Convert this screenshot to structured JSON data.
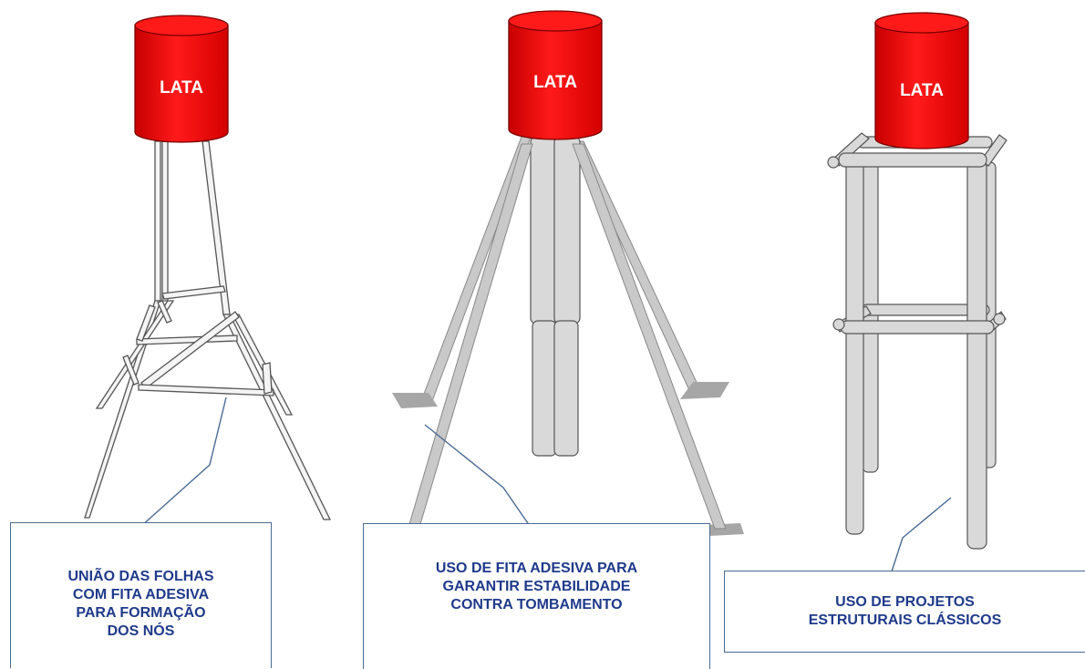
{
  "towers": [
    {
      "can_label": "LATA",
      "caption": "UNIÃO DAS FOLHAS\nCOM FITA ADESIVA\nPARA FORMAÇÃO\nDOS NÓS"
    },
    {
      "can_label": "LATA",
      "caption": "USO DE FITA ADESIVA PARA\nGARANTIR ESTABILIDADE\nCONTRA TOMBAMENTO"
    },
    {
      "can_label": "LATA",
      "caption": "USO DE PROJETOS\nESTRUTURAIS CLÁSSICOS"
    }
  ],
  "colors": {
    "can_fill": "#ff0000",
    "can_stroke": "#7a0000",
    "tube_fill": "#d9d9d9",
    "tube_stroke": "#555555",
    "callout_border": "#4a6b95",
    "callout_text": "#1f3a8a",
    "pad_fill": "#a6a6a6"
  }
}
